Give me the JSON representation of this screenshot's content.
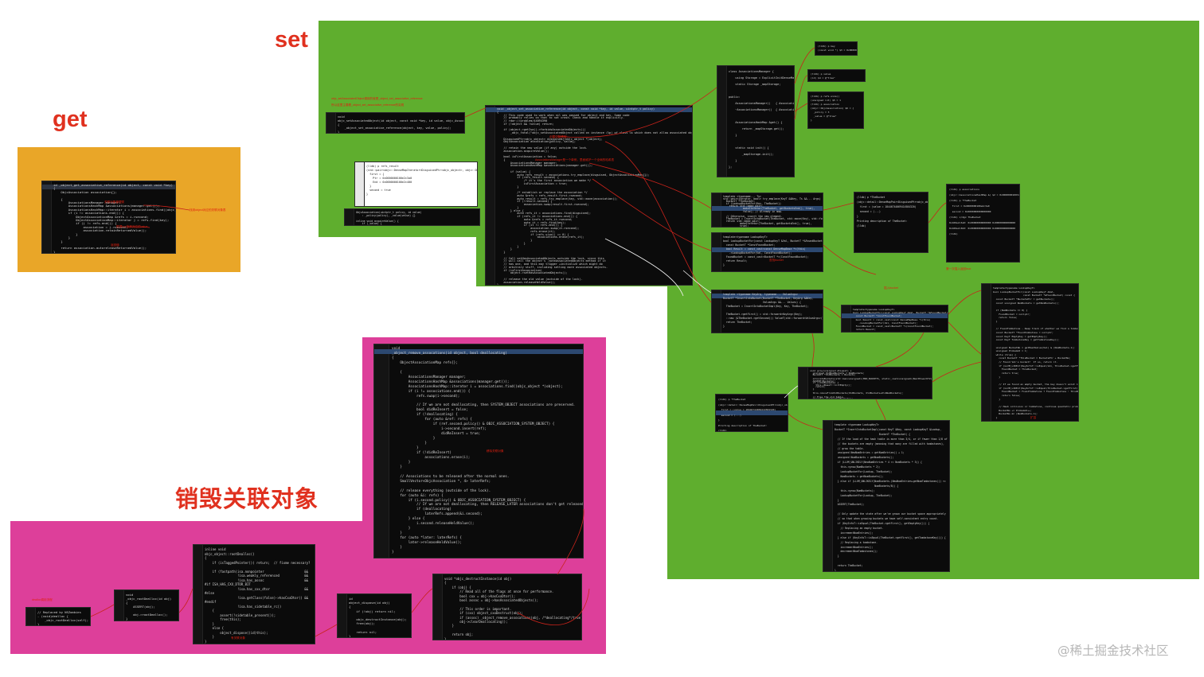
{
  "labels": {
    "set": "set",
    "get": "get",
    "destroy": "销毁关联对象"
  },
  "watermark": "@稀土掘金技术社区",
  "colors": {
    "set_region": "#5fae2e",
    "get_region": "#e9a628",
    "destroy_region": "#dd3f9a",
    "label_red": "#e0311f",
    "arrow_red": "#c8231b",
    "arrow_white": "#f2f2f2"
  },
  "panels": {
    "get_main": {
      "lines": [
        "id _object_get_associative_reference(id object, const void *key)",
        "{",
        "    ObjcAssociation association{};",
        "",
        "    {",
        "        AssociationsManager manager;",
        "        AssociationsHashMap &associations(manager.get());",
        "        AssociationsHashMap::iterator i = associations.find((objc_object *)object);",
        "        if (i != associations.end()) {",
        "            ObjectAssociationMap &refs = i->second;",
        "            ObjectAssociationMap::iterator j = refs.find(key);",
        "            if (j != refs.end()) {",
        "                association = j->second;",
        "                association.retainReturnedValue();",
        "            }",
        "        }",
        "    }",
        "",
        "    return association.autoreleaseReturnedValue();",
        "}"
      ]
    },
    "destroy_main": {
      "lines": [
        "void",
        "_object_remove_assocations(id object, bool deallocating)",
        "{",
        "    ObjectAssociationMap refs{};",
        "",
        "    {",
        "        AssociationsManager manager;",
        "        AssociationsHashMap &associations(manager.get());",
        "        AssociationsHashMap::iterator i = associations.find((objc_object *)object);",
        "        if (i != associations.end()) {",
        "            refs.swap(i->second);",
        "",
        "            // If we are not deallocating, then SYSTEM_OBJECT associations are preserved.",
        "            bool didReInsert = false;",
        "            if (!deallocating) {",
        "                for (auto &ref: refs) {",
        "                    if (ref.second.policy() & OBJC_ASSOCIATION_SYSTEM_OBJECT) {",
        "                        i->second.insert(ref);",
        "                        didReInsert = true;",
        "                    }",
        "                }",
        "            }",
        "            if (!didReInsert)",
        "                associations.erase(i);",
        "        }",
        "    }",
        "",
        "    // Associations to be released after the normal ones.",
        "    SmallVector<ObjcAssociation *, 4> laterRefs;",
        "",
        "    // release everything (outside of the lock).",
        "    for (auto &i: refs) {",
        "        if (i.second.policy() & OBJC_ASSOCIATION_SYSTEM_OBJECT) {",
        "            // If we are not deallocating, then RELEASE_LATER associations don't get released.",
        "            if (deallocating)",
        "                laterRefs.append(&i.second);",
        "        } else {",
        "            i.second.releaseHeldValue();",
        "        }",
        "    }",
        "    for (auto *later: laterRefs) {",
        "        later->releaseHeldValue();",
        "    }",
        "}"
      ]
    },
    "dealloc_1": {
      "lines": [
        "// Replaced by NSZombies",
        "- (void)dealloc {",
        "    _objc_rootDealloc(self);",
        "}"
      ]
    },
    "dealloc_2": {
      "lines": [
        "void",
        "_objc_rootDealloc(id obj)",
        "{",
        "    ASSERT(obj);",
        "",
        "    obj->rootDealloc();",
        "}"
      ]
    },
    "dealloc_3": {
      "lines": [
        "inline void",
        "objc_object::rootDealloc()",
        "{",
        "    if (isTaggedPointer()) return;  // fixme necessary?",
        "",
        "    if (fastpath(isa.nonpointer                     &&",
        "                 !isa.weakly_referenced             &&",
        "                 !isa.has_assoc                     &&",
        "#if ISA_HAS_CXX_DTOR_BIT",
        "                 !isa.has_cxx_dtor                  &&",
        "#else",
        "                 !isa.getClass(false)->hasCxxDtor() &&",
        "#endif",
        "                 !isa.has_sidetable_rc))",
        "    {",
        "        assert(!sidetable_present());",
        "        free(this);",
        "    }",
        "    else {",
        "        object_dispose((id)this);",
        "    }",
        "}"
      ]
    },
    "dealloc_4": {
      "lines": [
        "id",
        "object_dispose(id obj)",
        "{",
        "    if (!obj) return nil;",
        "",
        "    objc_destructInstance(obj);",
        "    free(obj);",
        "",
        "    return nil;",
        "}"
      ]
    },
    "dealloc_5": {
      "lines": [
        "void *objc_destructInstance(id obj)",
        "{",
        "    if (obj) {",
        "        // Read all of the flags at once for performance.",
        "        bool cxx = obj->hasCxxDtor();",
        "        bool assoc = obj->hasAssociatedObjects();",
        "",
        "        // This order is important.",
        "        if (cxx) object_cxxDestruct(obj);",
        "        if (assoc) _object_remove_assocations(obj, /*deallocating*/true);",
        "        obj->clearDeallocating();",
        "    }",
        "",
        "    return obj;",
        "}"
      ]
    },
    "set_entry": {
      "lines": [
        "void",
        "objc_setAssociatedObject(id object, const void *key, id value, objc_AssociationPolicy policy)",
        "{",
        "    _object_set_associative_reference(object, key, value, policy);",
        "}"
      ]
    },
    "set_main": {
      "lines": [
        "void _object_set_associative_reference(id object, const void *key, id value, uintptr_t policy)",
        "{",
        "    // This code used to work when nil was passed for object and key. Some code",
        "    // probably relies on that to not crash. Check and handle it explicitly.",
        "    // rdar://problem/44094390",
        "    if (!object && !value) return;",
        "",
        "    if (object->getIsa()->forbidsAssociatedObjects())",
        "        _objc_fatal(\"objc_setAssociatedObject called on instance (%p) of class %s which does not allow associated objects\", object, object_getClassName(object));",
        "",
        "    DisguisedPtr<objc_object> disguised{(objc_object *)object};",
        "    ObjcAssociation association{policy, value};",
        "",
        "    // retain the new value (if any) outside the lock.",
        "    association.acquireValue();",
        "",
        "    bool isFirstAssociation = false;",
        "    {",
        "        AssociationsManager manager;",
        "        AssociationsHashMap &associations(manager.get());",
        "",
        "        if (value) {",
        "            auto refs_result = associations.try_emplace(disguised, ObjectAssociationMap{});",
        "            if (refs_result.second) {",
        "                /* it's the first association we make */",
        "                isFirstAssociation = true;",
        "            }",
        "",
        "            /* establish or replace the association */",
        "            auto &refs = refs_result.first->second;",
        "            auto result = refs.try_emplace(key, std::move(association));",
        "            if (!result.second) {",
        "                association.swap(result.first->second);",
        "            }",
        "        } else {",
        "            auto refs_it = associations.find(disguised);",
        "            if (refs_it != associations.end()) {",
        "                auto &refs = refs_it->second;",
        "                auto it = refs.find(key);",
        "                if (it != refs.end()) {",
        "                    association.swap(it->second);",
        "                    refs.erase(it);",
        "                    if (refs.size() == 0) {",
        "                        associations.erase(refs_it);",
        "                    }",
        "                }",
        "            }",
        "        }",
        "    }",
        "",
        "    // Call setHasAssociatedObjects outside the lock, since this",
        "    // will call the object's _noteAssociatedObjects method if it",
        "    // has one, and this may trigger +initialize which might do",
        "    // arbitrary stuff, including setting more associated objects.",
        "    if (isFirstAssociation)",
        "        object->setHasAssociatedObjects();",
        "",
        "    // release the old value (outside of the lock).",
        "    association.releaseHeldValue();",
        "}"
      ]
    },
    "set_manager": {
      "lines": [
        "class AssociationsManager {",
        "    using Storage = ExplicitInitDenseMap<DisguisedPtr<objc_object>, ObjectAssociationMap>;",
        "    static Storage _mapStorage;",
        "",
        "public:",
        "    AssociationsManager()   { AssociationsManagerLock.lock(); }",
        "    ~AssociationsManager()  { AssociationsManagerLock.unlock(); }",
        "",
        "    AssociationsHashMap &get() {",
        "        return _mapStorage.get();",
        "    }",
        "",
        "    static void init() {",
        "        _mapStorage.init();",
        "    }",
        "};"
      ]
    },
    "set_lldb": {
      "lines": [
        "(lldb) p refs_result",
        "(std::pair<objc::DenseMapIterator<DisguisedPtr<objc_object>, objc::DenseMap<const void *, objc::ObjcAssociation> >, bool>) $0 = {",
        "  first = {",
        "    Ptr = 0x0000000100e2c3a0",
        "    End = 0x0000000100e2c400",
        "  }",
        "  second = true",
        "}"
      ]
    },
    "set_small": {
      "lines": [
        "ObjcAssociation(uintptr_t policy, id value)",
        "    : _policy(policy), _value(value) {}",
        "",
        "inline void acquireValue() {",
        "    if (_value) {",
        "        switch (_policy & 0xFF) {",
        "        case OBJC_ASSOCIATION_SETTER_RETAIN:",
        "            _value = objc_retain(_value);",
        "            break;",
        "        case OBJC_ASSOCIATION_SETTER_COPY:",
        "            _value = ((id(*)(id, SEL))objc_msgSend)(_value, @selector(copy));",
        "            break;",
        "        }",
        "    }",
        "}"
      ]
    },
    "set_try_emplace": {
      "lines": [
        "template <typename... Ts>",
        "std::pair<iterator, bool> try_emplace(KeyT &&Key, Ts &&... Args) {",
        "  BucketT *TheBucket;",
        "  if (LookupBucketFor(Key, TheBucket))",
        "    return std::make_pair(",
        "             makeIterator(TheBucket, getBucketsEnd(), true),",
        "             false); // Already in map.",
        "",
        "  // Otherwise, insert the new element.",
        "  TheBucket = InsertIntoBucket(TheBucket, std::move(Key), std::forward<Ts>(Args)...);",
        "  return std::make_pair(",
        "           makeIterator(TheBucket, getBucketsEnd(), true),",
        "           true);",
        "}"
      ]
    },
    "set_lookup": {
      "lines": [
        "template<typename LookupKeyT>",
        "bool LookupBucketFor(const LookupKeyT &Val,",
        "                     const BucketT *&FoundBucket) const {",
        "  const BucketT *BucketsPtr = getBuckets();",
        "  const unsigned NumBuckets = getNumBuckets();",
        "",
        "  if (NumBuckets == 0) {",
        "    FoundBucket = nullptr;",
        "    return false;",
        "  }",
        "",
        "  // FoundTombstone - Keep track of whether we find a tombstone while probing.",
        "  const BucketT *FoundTombstone = nullptr;",
        "  const KeyT EmptyKey = getEmptyKey();",
        "  const KeyT TombstoneKey = getTombstoneKey();",
        "",
        "  unsigned BucketNo = getHashValue(Val) & (NumBuckets-1);",
        "  unsigned ProbeAmt = 1;",
        "  while (true) {",
        "    const BucketT *ThisBucket = BucketsPtr + BucketNo;",
        "    // Found Val's bucket?  If so, return it.",
        "    if (LLVM_LIKELY(KeyInfoT::isEqual(Val, ThisBucket->getFirst()))) {",
        "      FoundBucket = ThisBucket;",
        "      return true;",
        "    }",
        "",
        "    // If we found an empty bucket, the key doesn't exist in the set.",
        "    if (LLVM_LIKELY(KeyInfoT::isEqual(ThisBucket->getFirst(), EmptyKey))) {",
        "      FoundBucket = FoundTombstone ? FoundTombstone : ThisBucket;",
        "      return false;",
        "    }",
        "",
        "    // Hash collision or tombstone, continue quadratic probing.",
        "    BucketNo += ProbeAmt++;",
        "    BucketNo &= (NumBuckets-1);",
        "  }",
        "}"
      ]
    },
    "set_insert_bucket": {
      "lines": [
        "template <typename KeyArg, typename... ValueArgs>",
        "BucketT *InsertIntoBucket(BucketT *TheBucket, KeyArg &&Key,",
        "                          ValueArgs &&... Values) {",
        "  TheBucket = InsertIntoBucketImpl(Key, Key, TheBucket);",
        "",
        "  TheBucket->getFirst() = std::forward<KeyArg>(Key);",
        "  ::new (&TheBucket->getSecond()) ValueT(std::forward<ValueArgs>(Values)...);",
        "  return TheBucket;",
        "}"
      ]
    },
    "set_insert_impl": {
      "lines": [
        "template <typename LookupKeyT>",
        "BucketT *InsertIntoBucketImpl(const KeyT &Key, const LookupKeyT &Lookup,",
        "                              BucketT *TheBucket) {",
        "  // If the load of the hash table is more than 3/4, or if fewer than 1/8 of",
        "  // the buckets are empty (meaning that many are filled with tombstones),",
        "  // grow the table.",
        "  unsigned NewNumEntries = getNumEntries() + 1;",
        "  unsigned NumBuckets = getNumBuckets();",
        "  if (LLVM_UNLIKELY(NewNumEntries * 4 >= NumBuckets * 3)) {",
        "    this->grow(NumBuckets * 2);",
        "    LookupBucketFor(Lookup, TheBucket);",
        "    NumBuckets = getNumBuckets();",
        "  } else if (LLVM_UNLIKELY(NumBuckets-(NewNumEntries+getNumTombstones()) <=",
        "                           NumBuckets/8)) {",
        "    this->grow(NumBuckets);",
        "    LookupBucketFor(Lookup, TheBucket);",
        "  }",
        "  ASSERT(TheBucket);",
        "",
        "  // Only update the state after we've grown our bucket space appropriately",
        "  // so that when growing buckets we have self-consistent entry count.",
        "  if (KeyInfoT::isEqual(TheBucket->getFirst(), getEmptyKey())) {",
        "    // Replacing an empty bucket.",
        "    incrementNumEntries();",
        "  } else if (KeyInfoT::isEqual(TheBucket->getFirst(), getTombstoneKey())) {",
        "    // Replacing a tombstone.",
        "    incrementNumEntries();",
        "    decrementNumTombstones();",
        "  }",
        "",
        "  return TheBucket;",
        "}"
      ]
    },
    "set_bucket_fn": {
      "lines": [
        "template<typename LookupKeyT>",
        "bool LookupBucketFor(const LookupKeyT &Val, BucketT *&FoundBucket) {",
        "  const BucketT *ConstFoundBucket;",
        "  bool Result = const_cast<const DenseMapBase *>(this)",
        "    ->LookupBucketFor(Val, ConstFoundBucket);",
        "  FoundBucket = const_cast<BucketT *>(ConstFoundBucket);",
        "  return Result;",
        "}"
      ]
    },
    "set_console": {
      "lines": [
        "(lldb) p *TheBucket",
        "(objc::detail::DenseMapPair<DisguisedPtr<objc_object>, objc::DenseMap<const void *, objc::ObjcAssociation> >) $1 = {",
        "  first = (value = 18446744069414584320)",
        "  second = (...)",
        "}",
        "Printing description of TheBucket:",
        "(lldb)"
      ]
    },
    "set_right_lldb": {
      "lines": [
        "(lldb) p associations",
        "(objc::AssociationsHashMap &) $2 = 0x00000001003d0380",
        "(lldb) p *TheBucket",
        "  first = 0x0000000100e2c3a0",
        "  second = 0x0000000000000000",
        "(lldb) x/4gx TheBucket",
        "0x100e2c3a0: 0x00000000000000 0x00000000000000",
        "0x100e2c3b0: 0x00000000000000 0x00000000000000",
        "(lldb)"
      ]
    },
    "set_tiny_1": {
      "lines": [
        "(lldb) p key",
        "(const void *) $3 = 0x0000000100008250"
      ]
    },
    "set_tiny_2": {
      "lines": [
        "(lldb) p value",
        "(id) $4 = @\"tree\""
      ]
    },
    "set_tiny_3": {
      "lines": [
        "(lldb) p refs.size()",
        "(unsigned int) $5 = 1",
        "(lldb) p association",
        "(objc::ObjcAssociation) $6 = {",
        "  _policy = 3",
        "  _value = @\"tree\"",
        "}"
      ]
    },
    "set_grow": {
      "lines": [
        "void grow(unsigned AtLeast) {",
        "  unsigned OldNumBuckets = NumBuckets;",
        "  BucketT *OldBuckets = Buckets;",
        "",
        "  allocateBuckets(std::max<unsigned>(MIN_BUCKETS, static_cast<unsigned>(NextPowerOf2(AtLeast-1))));",
        "  ASSERT(Buckets);",
        "  if (!OldBuckets) {",
        "    this->BaseT::initEmpty();",
        "    return;",
        "  }",
        "",
        "  this->moveFromOldBuckets(OldBuckets, OldBuckets+OldNumBuckets);",
        "",
        "  // Free the old table.",
        "  operator delete(OldBuckets);",
        "}"
      ]
    }
  },
  "notes": {
    "get_1": "关联对象管理类",
    "get_2": "找到object对应的关联对象表",
    "get_3": "根据key找到对应的value",
    "get_4": "返回值",
    "set_1": "objc_setAssociatedObject调用的就是_object_set_associative_reference",
    "set_2": "所以这里主要看_object_set_associative_reference的实现",
    "set_3": "创建包装类型",
    "set_4": "AssociationsManager是一个单例，里面维护一个全局的哈希表",
    "set_5": "查找bucket",
    "set_6": "插入bucket",
    "set_7": "扩容",
    "set_8": "第一次插入返回true",
    "destroy_1": "dealloc调用流程",
    "destroy_2": "有关联对象",
    "destroy_3": "移除关联对象"
  }
}
